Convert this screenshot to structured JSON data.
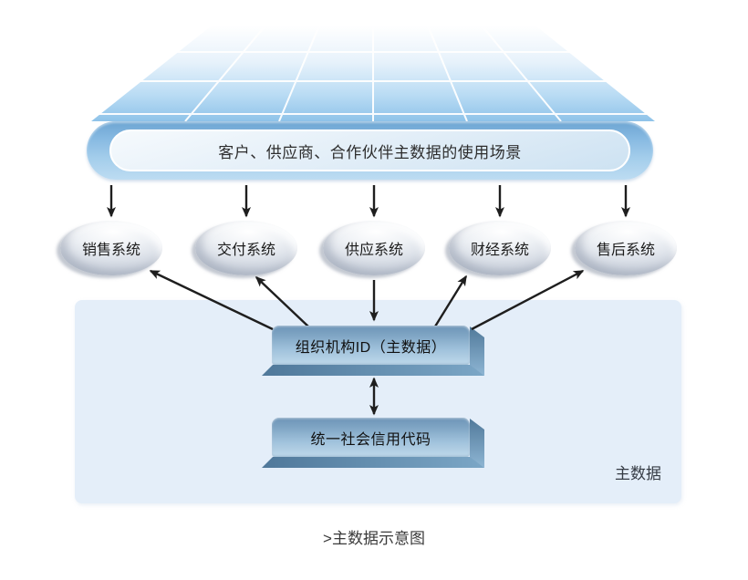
{
  "pill": {
    "label": "客户、供应商、合作伙伴主数据的使用场景"
  },
  "systems": [
    "销售系统",
    "交付系统",
    "供应系统",
    "财经系统",
    "售后系统"
  ],
  "master_panel": {
    "label": "主数据"
  },
  "org_box": {
    "label": "组织机构ID（主数据）"
  },
  "credit_box": {
    "label": "统一社会信用代码"
  },
  "caption": ">主数据示意图",
  "colors": {
    "grid_blue": "#8fc3e9",
    "pill_blue": "#8abce2",
    "pill_inner_blue": "#cde2f2",
    "panel_blue": "#e4eef9",
    "box_face_top": "#6d94b7",
    "box_face_bottom": "#bfd9eb",
    "box_bevel": "#54809f",
    "ellipse_silver": "#c7ced9",
    "arrow_black": "#1e1e1e",
    "text_dark": "#1f1f1f"
  }
}
